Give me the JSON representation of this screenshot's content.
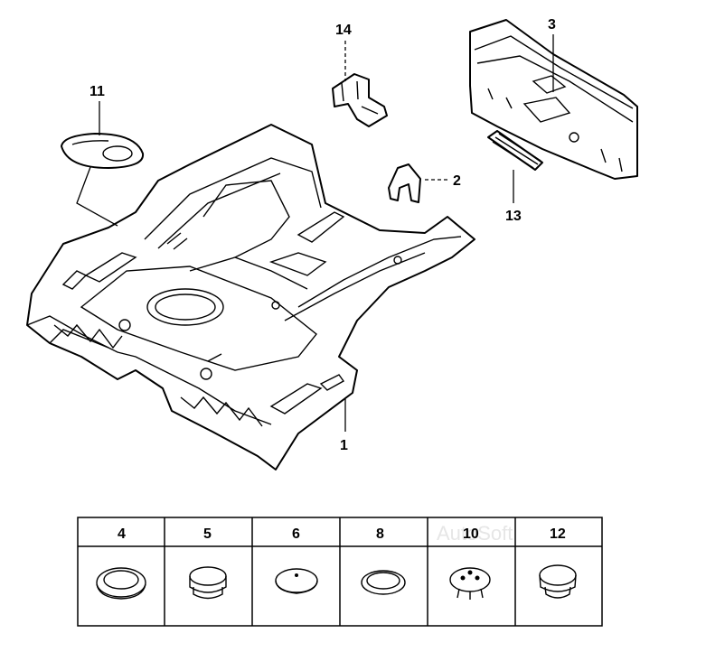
{
  "diagram": {
    "callouts": [
      {
        "id": "c1",
        "label": "1"
      },
      {
        "id": "c2",
        "label": "2"
      },
      {
        "id": "c3",
        "label": "3"
      },
      {
        "id": "c11",
        "label": "11"
      },
      {
        "id": "c13",
        "label": "13"
      },
      {
        "id": "c14",
        "label": "14"
      }
    ],
    "plug_table": {
      "cells": [
        {
          "label": "4",
          "icon": "grommet-flanged-icon"
        },
        {
          "label": "5",
          "icon": "plug-tall-icon"
        },
        {
          "label": "6",
          "icon": "plug-flat-icon"
        },
        {
          "label": "8",
          "icon": "plug-oval-icon"
        },
        {
          "label": "10",
          "icon": "plug-vented-icon"
        },
        {
          "label": "12",
          "icon": "plug-dome-icon"
        }
      ]
    },
    "watermark": "AutoSoft"
  }
}
